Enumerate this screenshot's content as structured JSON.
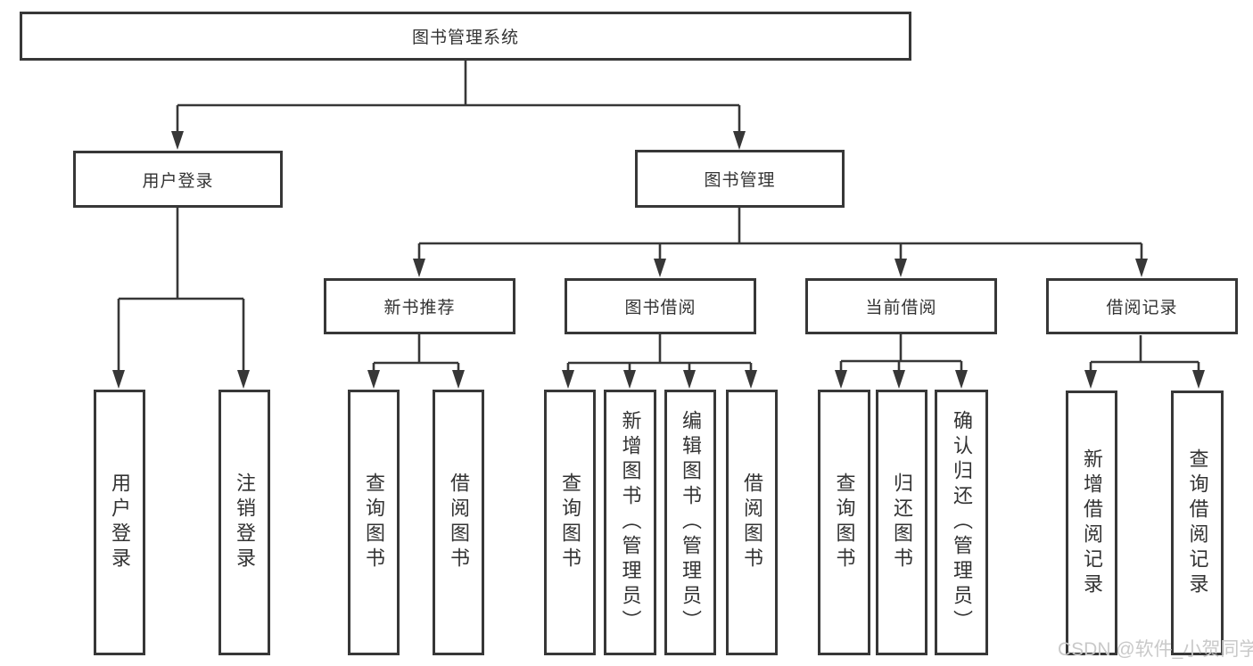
{
  "diagram": {
    "root": "图书管理系统",
    "level2": {
      "user_login": "用户登录",
      "book_mgmt": "图书管理"
    },
    "level3": {
      "new_books": "新书推荐",
      "borrowing": "图书借阅",
      "current_borrow": "当前借阅",
      "borrow_records": "借阅记录"
    },
    "leaves": {
      "user_login_leaf": "用户登录",
      "logout": "注销登录",
      "nb_query_books": "查询图书",
      "nb_borrow_books": "借阅图书",
      "bb_query_books": "查询图书",
      "bb_add_books": "新增图书（管理员）",
      "bb_edit_books": "编辑图书（管理员）",
      "bb_borrow_books": "借阅图书",
      "cb_query_books": "查询图书",
      "cb_return_books": "归还图书",
      "cb_confirm_return": "确认归还（管理员）",
      "br_add_record": "新增借阅记录",
      "br_query_record": "查询借阅记录"
    }
  },
  "watermark": "CSDN @软件_小贺同学",
  "colors": {
    "line": "#373737",
    "text": "#333333",
    "watermark": "#c9c9c9",
    "background": "#ffffff"
  }
}
